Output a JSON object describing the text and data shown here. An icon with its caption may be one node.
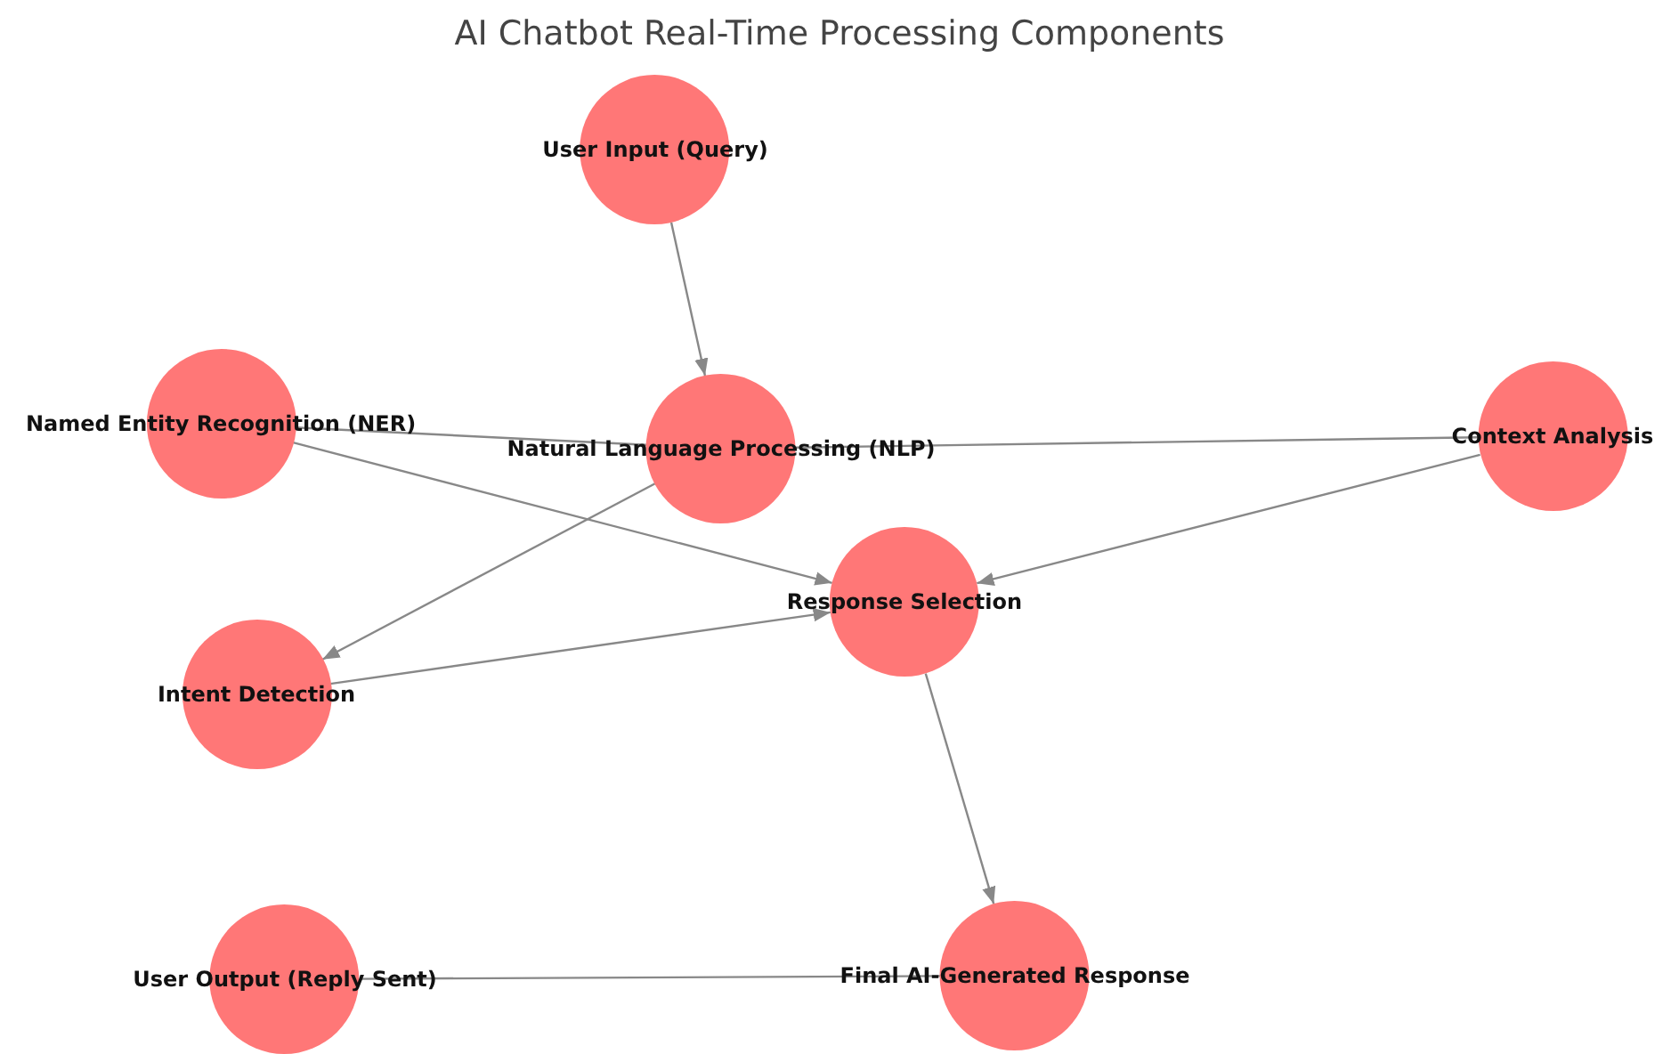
{
  "diagram": {
    "title": "AI Chatbot Real-Time Processing Components",
    "nodes": [
      {
        "text": [
          "User Input (Query)"
        ]
      },
      {
        "text": [
          "Named Entity Recognition (NER)"
        ]
      },
      {
        "text": [
          "Natural Language Processing (NLP)"
        ]
      },
      {
        "text": [
          "Context Analysis"
        ]
      },
      {
        "text": [
          "Response Selection"
        ]
      },
      {
        "text": [
          "Intent Detection"
        ]
      },
      {
        "text": [
          "User Output (Reply Sent)"
        ]
      },
      {
        "text": [
          "Final AI-Generated Response"
        ]
      }
    ],
    "edges": [
      {
        "from": 0,
        "to": 2,
        "arrow": "to"
      },
      {
        "from": 2,
        "to": 5,
        "arrow": "to"
      },
      {
        "from": 2,
        "to": 1,
        "arrow": "none"
      },
      {
        "from": 2,
        "to": 3,
        "arrow": "none"
      },
      {
        "from": 1,
        "to": 4,
        "arrow": "to"
      },
      {
        "from": 3,
        "to": 4,
        "arrow": "to"
      },
      {
        "from": 5,
        "to": 4,
        "arrow": "to"
      },
      {
        "from": 4,
        "to": 7,
        "arrow": "to"
      },
      {
        "from": 7,
        "to": 6,
        "arrow": "none"
      }
    ]
  }
}
